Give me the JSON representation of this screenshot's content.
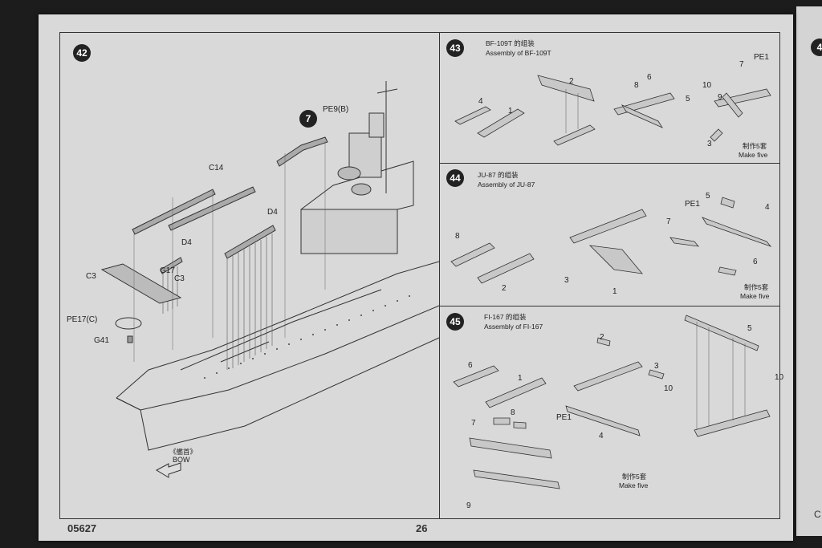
{
  "main_step": {
    "number": "42"
  },
  "sub_step": {
    "number": "7"
  },
  "ship_labels": {
    "pe9b": "PE9(B)",
    "c14": "C14",
    "d4_left": "D4",
    "d4_right": "D4",
    "c3_left": "C3",
    "c3_right": "C3",
    "g17": "G17",
    "pe17c": "PE17(C)",
    "g41": "G41",
    "bow_cn": "《艦首》",
    "bow_en": "BOW"
  },
  "steps": [
    {
      "number": "43",
      "title_cn": "BF-109T 的组装",
      "title_en": "Assembly of BF-109T",
      "note_cn": "制作5套",
      "note_en": "Make five",
      "parts": [
        "4",
        "1",
        "2",
        "8",
        "6",
        "5",
        "10",
        "9",
        "7",
        "PE1",
        "3"
      ]
    },
    {
      "number": "44",
      "title_cn": "JU-87 的组装",
      "title_en": "Assembly of JU-87",
      "note_cn": "制作5套",
      "note_en": "Make five",
      "parts": [
        "8",
        "2",
        "3",
        "1",
        "5",
        "4",
        "PE1",
        "7",
        "6"
      ]
    },
    {
      "number": "45",
      "title_cn": "FI-167 的组装",
      "title_en": "Assembly of FI-167",
      "note_cn": "制作5套",
      "note_en": "Make five",
      "parts": [
        "6",
        "1",
        "2",
        "3",
        "4",
        "5",
        "10",
        "10",
        "7",
        "8",
        "PE1",
        "9"
      ]
    }
  ],
  "footer": {
    "code": "05627",
    "page": "26"
  },
  "next_page": {
    "step": "4"
  }
}
